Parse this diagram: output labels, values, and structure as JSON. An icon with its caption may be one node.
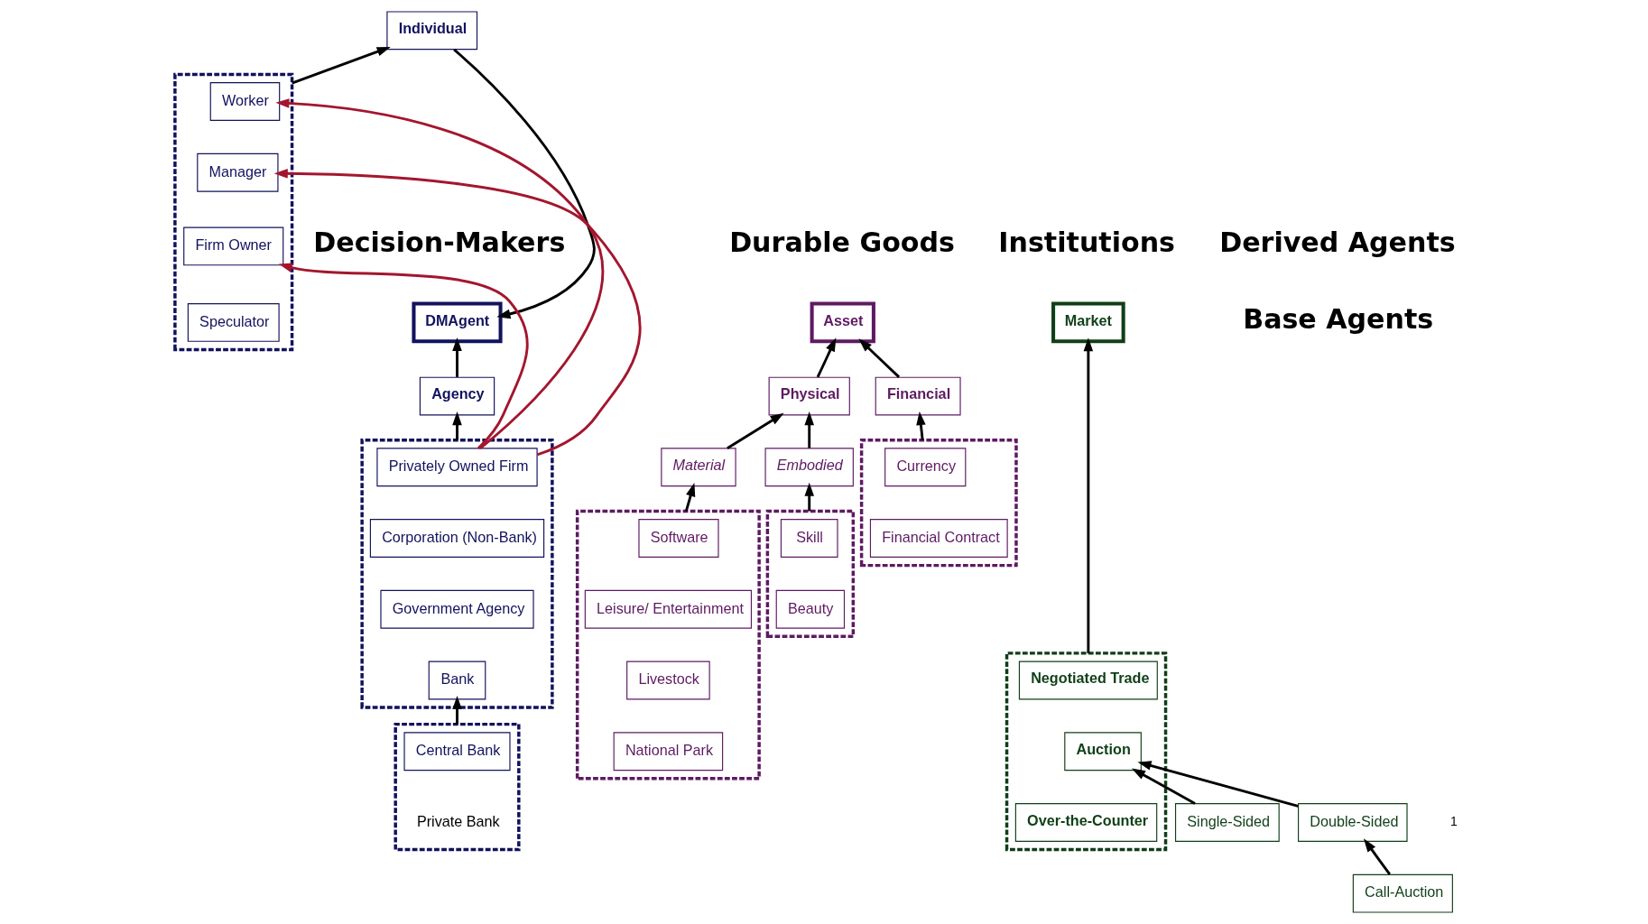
{
  "diagram": {
    "nodes": [
      {
        "text": [
          "DMAgent"
        ]
      },
      {
        "text": [
          "Individual"
        ]
      },
      {
        "text": [
          "Agency"
        ]
      },
      {
        "text": [],
        "shape": "box"
      },
      {
        "text": [
          "Worker"
        ],
        "in": 3
      },
      {
        "text": [
          "Manager"
        ],
        "in": 3
      },
      {
        "text": [
          "Firm Owner"
        ],
        "in": 3
      },
      {
        "text": [
          "Speculator"
        ],
        "in": 3
      },
      {
        "text": [],
        "shape": "box"
      },
      {
        "text": [
          "Privately Owned Firm"
        ],
        "in": 8
      },
      {
        "text": [
          "Corporation (Non-Bank)"
        ],
        "in": 8
      },
      {
        "text": [
          "Government Agency"
        ],
        "in": 8
      },
      {
        "text": [
          "Bank"
        ],
        "in": 8
      },
      {
        "text": [],
        "shape": "box"
      },
      {
        "text": [
          "Central Bank"
        ],
        "in": 13
      },
      {
        "text": [
          "Private Bank"
        ],
        "in": 13
      },
      {
        "text": [
          "Asset"
        ]
      },
      {
        "text": [
          "Physical"
        ]
      },
      {
        "text": [
          "Financial"
        ]
      },
      {
        "text": [
          "Material"
        ]
      },
      {
        "text": [],
        "shape": "box"
      },
      {
        "text": [
          "Software"
        ],
        "in": 20
      },
      {
        "text": [
          "Leisure/ Entertainment"
        ],
        "in": 20
      },
      {
        "text": [
          "Livestock"
        ],
        "in": 20
      },
      {
        "text": [
          "National Park"
        ],
        "in": 20
      },
      {
        "text": [],
        "shape": "box"
      },
      {
        "text": [
          "Currency"
        ],
        "in": 25
      },
      {
        "text": [
          "Financial Contract"
        ],
        "in": 25
      },
      {
        "text": [
          "Embodied"
        ]
      },
      {
        "text": [],
        "shape": "box"
      },
      {
        "text": [
          "Skill"
        ],
        "in": 29
      },
      {
        "text": [
          "Beauty"
        ],
        "in": 29
      },
      {
        "text": [
          "Market"
        ]
      },
      {
        "text": [],
        "shape": "box"
      },
      {
        "text": [
          "Negotiated Trade"
        ],
        "in": 33
      },
      {
        "text": [
          "Auction"
        ],
        "in": 33
      },
      {
        "text": [
          "Over-the-Counter"
        ],
        "in": 33
      },
      {
        "text": [
          "Single-Sided"
        ]
      },
      {
        "text": [
          "Double-Sided"
        ]
      },
      {
        "text": [
          "Call-Auction"
        ]
      }
    ],
    "edges": [
      {
        "from": 1,
        "to": 0,
        "arrow": "to"
      },
      {
        "from": 2,
        "to": 0,
        "arrow": "to"
      },
      {
        "from": 3,
        "to": 1,
        "arrow": "to"
      },
      {
        "from": 8,
        "to": 2,
        "arrow": "to"
      },
      {
        "from": 9,
        "to": 4,
        "arrow": "to",
        "color": "#a3162e"
      },
      {
        "from": 9,
        "to": 5,
        "arrow": "to",
        "color": "#a3162e"
      },
      {
        "from": 9,
        "to": 6,
        "arrow": "to",
        "color": "#a3162e"
      },
      {
        "from": 13,
        "to": 12,
        "arrow": "to"
      },
      {
        "from": 17,
        "to": 16,
        "arrow": "to"
      },
      {
        "from": 18,
        "to": 16,
        "arrow": "to"
      },
      {
        "from": 19,
        "to": 17,
        "arrow": "to"
      },
      {
        "from": 28,
        "to": 17,
        "arrow": "to"
      },
      {
        "from": 20,
        "to": 19,
        "arrow": "to"
      },
      {
        "from": 25,
        "to": 18,
        "arrow": "to"
      },
      {
        "from": 29,
        "to": 28,
        "arrow": "to"
      },
      {
        "from": 33,
        "to": 32,
        "arrow": "to"
      },
      {
        "from": 37,
        "to": 35,
        "arrow": "to"
      },
      {
        "from": 38,
        "to": 35,
        "arrow": "to"
      },
      {
        "from": 39,
        "to": 38,
        "arrow": "to"
      }
    ],
    "labels": [
      "Decision-Makers",
      "Durable Goods",
      "Institutions",
      "Base Agents",
      "Derived Agents",
      "1"
    ]
  }
}
